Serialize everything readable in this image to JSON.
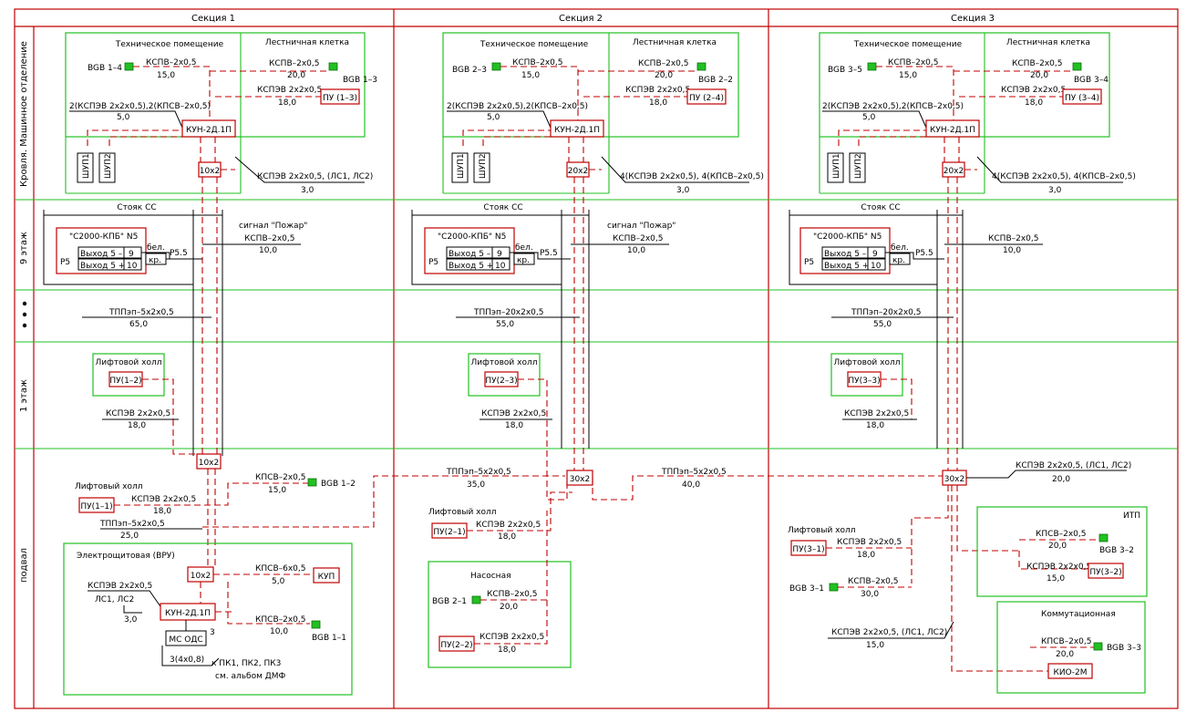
{
  "sections": [
    "Секция 1",
    "Секция 2",
    "Секция 3"
  ],
  "rows": [
    "Кровля. Машинное отделение",
    "9 этаж",
    "1 этаж",
    "подвал"
  ],
  "rooms": {
    "tech": "Техническое помещение",
    "stair": "Лестничная клетка",
    "stoyak": "Стояк СС",
    "lift_hall": "Лифтовой холл",
    "lift_hall2": "Лифтовый холл",
    "vru": "Электрощитовая (ВРУ)",
    "pump": "Насосная",
    "itp": "ИТП",
    "comm": "Коммутационная"
  },
  "devices": {
    "kun": "КУН-2Д.1П",
    "shup1": "ШУП1",
    "shup2": "ШУП2",
    "s2000": "\"С2000-КПБ\" N5",
    "out_minus": "Выход 5 –",
    "out_plus": "Выход 5 +",
    "n9": "9",
    "n10": "10",
    "bel": "бел.",
    "kr": "кр.",
    "r5": "Р5",
    "r55": "Р5.5",
    "kup": "КУП",
    "ms_ods": "МС ОДС",
    "kio": "КИО-2М",
    "three": "3"
  },
  "junctions": {
    "j10": "10х2",
    "j20": "20х2",
    "j30": "30х2"
  },
  "labels": {
    "bgb_1_4": "BGB 1–4",
    "bgb_1_3": "BGB 1–3",
    "bgb_2_3": "BGB 2–3",
    "bgb_2_2": "BGB 2–2",
    "bgb_3_5": "BGB 3–5",
    "bgb_3_4": "BGB 3–4",
    "bgb_1_2": "BGB 1–2",
    "bgb_1_1": "BGB 1–1",
    "bgb_2_1": "BGB 2–1",
    "bgb_3_1": "BGB 3–1",
    "bgb_3_2": "BGB 3–2",
    "bgb_3_3": "BGB 3–3",
    "pu_1_3": "ПУ (1–3)",
    "pu_2_4": "ПУ (2–4)",
    "pu_3_4": "ПУ (3–4)",
    "pu_1_2": "ПУ(1–2)",
    "pu_2_3": "ПУ(2–3)",
    "pu_3_3": "ПУ(3–3)",
    "pu_1_1": "ПУ(1–1)",
    "pu_2_1": "ПУ(2–1)",
    "pu_2_2": "ПУ(2–2)",
    "pu_3_1": "ПУ(3–1)",
    "pu_3_2": "ПУ(3–2)"
  },
  "cables": {
    "kspv_2x05": "КСПВ–2х0,5",
    "kspe_2x2x05": "КСПЭВ 2х2х0,5",
    "ksve_2x2x05": "КСПЭВ 2х2х0,5",
    "dual": "2(КСПЭВ 2х2х0,5),2(КПСВ–2х0,5)",
    "kspe_ls": "КСПЭВ 2х2х0,5, (ЛС1, ЛС2)",
    "quad": "4(КСПЭВ 2х2х0,5), 4(КПСВ–2х0,5)",
    "signal": "сигнал \"Пожар\"",
    "tpp5": "ТППэп–5х2х0,5",
    "tpp20": "ТППэп–20х2х0,5",
    "kpsv_2x05": "КПСВ–2х0,5",
    "kpsv_6x05": "КПСВ–6х0,5",
    "kspe_ls_short": "ЛС1, ЛС2",
    "kspe_plain": "КСПЭВ 2х2х0,5",
    "three_4x08": "3(4х0,8)",
    "to_pk": "к ПК1, ПК2, ПК3",
    "see_album": "см. альбом ДМФ"
  },
  "lengths": {
    "l15": "15,0",
    "l20": "20,0",
    "l18": "18,0",
    "l5": "5,0",
    "l3": "3,0",
    "l10": "10,0",
    "l65": "65,0",
    "l55": "55,0",
    "l35": "35,0",
    "l25": "25,0",
    "l40": "40,0",
    "l30": "30,0"
  }
}
